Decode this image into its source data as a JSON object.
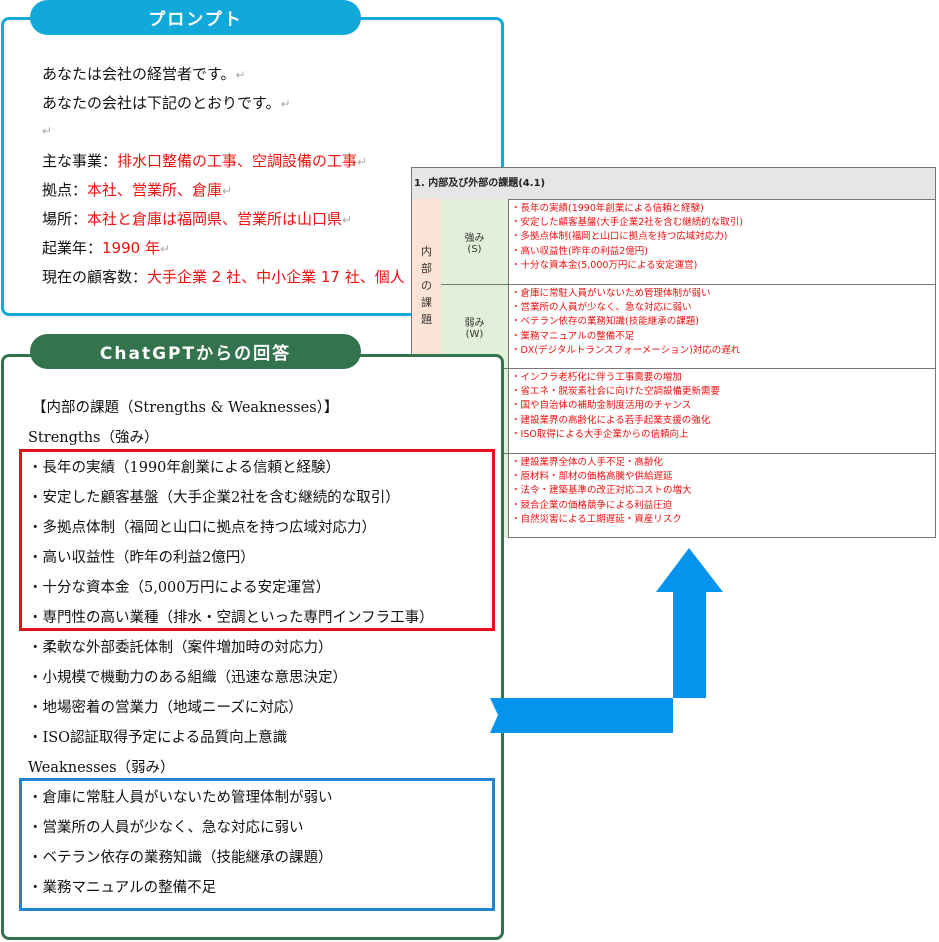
{
  "prompt": {
    "title": "プロンプト",
    "return_mark": "↵",
    "lines": [
      {
        "label": "あなたは会社の経営者です。",
        "value": ""
      },
      {
        "label": "あなたの会社は下記のとおりです。",
        "value": ""
      },
      {
        "label": "",
        "value": ""
      },
      {
        "label": "主な事業：",
        "value": "排水口整備の工事、空調設備の工事"
      },
      {
        "label": "拠点：",
        "value": "本社、営業所、倉庫"
      },
      {
        "label": "場所：",
        "value": "本社と倉庫は福岡県、営業所は山口県"
      },
      {
        "label": "起業年：",
        "value": "1990 年"
      },
      {
        "label": "現在の顧客数：",
        "value": "大手企業 2 社、中小企業 17 社、個人"
      }
    ]
  },
  "table": {
    "header": "1. 内部及び外部の課題(4.1)",
    "internal_label": "内部の課題",
    "rows": [
      {
        "label": "強み",
        "sub": "(S)",
        "items": [
          "・長年の実績(1990年創業による信頼と経験)",
          "・安定した顧客基盤(大手企業2社を含む継続的な取引)",
          "・多拠点体制(福岡と山口に拠点を持つ広域対応力)",
          "・高い収益性(昨年の利益2億円)",
          "・十分な資本金(5,000万円による安定運営)"
        ]
      },
      {
        "label": "弱み",
        "sub": "(W)",
        "items": [
          "・倉庫に常駐人員がいないため管理体制が弱い",
          "・営業所の人員が少なく、急な対応に弱い",
          "・ベテラン依存の業務知識(技能継承の課題)",
          "・業務マニュアルの整備不足",
          "・DX(デジタルトランスフォーメーション)対応の遅れ"
        ]
      },
      {
        "label": "",
        "sub": "",
        "items": [
          "・インフラ老朽化に伴う工事需要の増加",
          "・省エネ・脱炭素社会に向けた空調設備更新需要",
          "・国や自治体の補助金制度活用のチャンス",
          "・建設業界の高齢化による若手起業支援の強化",
          "・ISO取得による大手企業からの信頼向上"
        ]
      },
      {
        "label": "",
        "sub": "",
        "items": [
          "・建設業界全体の人手不足・高齢化",
          "・原材料・部材の価格高騰や供給遅延",
          "・法令・建築基準の改正対応コストの増大",
          "・競合企業の価格競争による利益圧迫",
          "・自然災害による工期遅延・資産リスク"
        ]
      }
    ]
  },
  "chat": {
    "title": "ChatGPTからの回答",
    "lines": [
      "【内部の課題（Strengths & Weaknesses）】",
      "Strengths（強み）",
      "・長年の実績（1990年創業による信頼と経験）",
      "・安定した顧客基盤（大手企業2社を含む継続的な取引）",
      "・多拠点体制（福岡と山口に拠点を持つ広域対応力）",
      "・高い収益性（昨年の利益2億円）",
      "・十分な資本金（5,000万円による安定運営）",
      "・専門性の高い業種（排水・空調といった専門インフラ工事）",
      "・柔軟な外部委託体制（案件増加時の対応力）",
      "・小規模で機動力のある組織（迅速な意思決定）",
      "・地場密着の営業力（地域ニーズに対応）",
      "・ISO認証取得予定による品質向上意識",
      "Weaknesses（弱み）",
      "・倉庫に常駐人員がいないため管理体制が弱い",
      "・営業所の人員が少なく、急な対応に弱い",
      "・ベテラン依存の業務知識（技能継承の課題）",
      "・業務マニュアルの整備不足"
    ]
  },
  "colors": {
    "prompt_accent": "#11a9d9",
    "chat_accent": "#33744e",
    "highlight_red": "#e8101a",
    "highlight_blue": "#1e86d0",
    "arrow": "#0593ee",
    "value_text": "#f01010"
  }
}
